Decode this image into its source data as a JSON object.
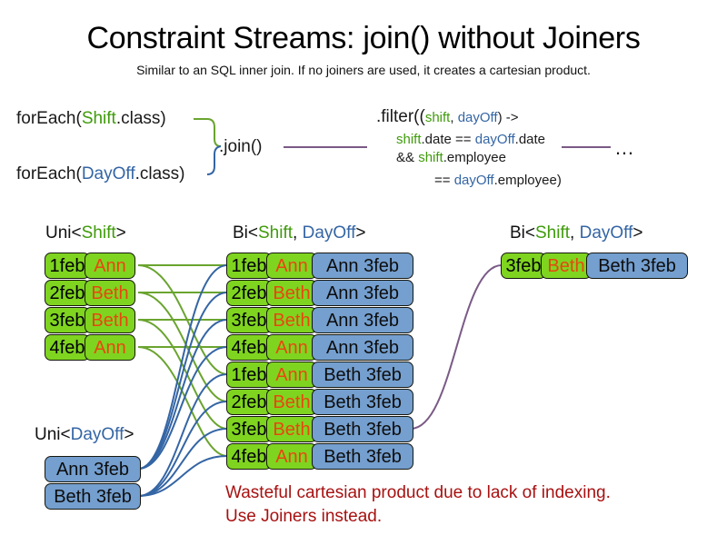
{
  "page": {
    "title": "Constraint Streams: join() without Joiners",
    "subtitle": "Similar to an SQL inner join. If no joiners are used, it creates a cartesian product.",
    "ellipsis": "…"
  },
  "colors": {
    "shift_green": "#3f9b0b",
    "dayoff_blue": "#3465a4",
    "box_green": "#7fd420",
    "box_blue": "#749fcf",
    "name_orange": "#e8470f",
    "warning_red": "#a81111",
    "filter_line_purple": "#7a5a86"
  },
  "pipeline": {
    "foreach_shift": {
      "prefix": "forEach(",
      "type": "Shift",
      "suffix": ".class)"
    },
    "foreach_dayoff": {
      "prefix": "forEach(",
      "type": "DayOff",
      "suffix": ".class)"
    },
    "join_label": ".join()",
    "filter": {
      "line1_a": ".filter((",
      "line1_shift": "shift",
      "line1_comma": ", ",
      "line1_dayoff": "dayOff",
      "line1_b": ") ->",
      "line2_shift": "shift",
      "line2_a": ".date == ",
      "line2_dayoff": "dayOff",
      "line2_b": ".date",
      "line3_a": "&& ",
      "line3_shift": "shift",
      "line3_b": ".employee",
      "line4_a": "== ",
      "line4_dayoff": "dayOff",
      "line4_b": ".employee)"
    }
  },
  "streams": {
    "uni_shift": {
      "label_prefix": "Uni<",
      "label_type": "Shift",
      "label_suffix": ">",
      "rows": [
        {
          "date": "1feb",
          "employee": "Ann"
        },
        {
          "date": "2feb",
          "employee": "Beth"
        },
        {
          "date": "3feb",
          "employee": "Beth"
        },
        {
          "date": "4feb",
          "employee": "Ann"
        }
      ]
    },
    "uni_dayoff": {
      "label_prefix": "Uni<",
      "label_type": "DayOff",
      "label_suffix": ">",
      "rows": [
        {
          "dayoff": "Ann 3feb"
        },
        {
          "dayoff": "Beth 3feb"
        }
      ]
    },
    "bi_cartesian": {
      "label_prefix": "Bi<",
      "label_shift": "Shift",
      "label_comma": ", ",
      "label_dayoff": "DayOff",
      "label_suffix": ">",
      "rows": [
        {
          "date": "1feb",
          "employee": "Ann",
          "dayoff": "Ann 3feb"
        },
        {
          "date": "2feb",
          "employee": "Beth",
          "dayoff": "Ann 3feb"
        },
        {
          "date": "3feb",
          "employee": "Beth",
          "dayoff": "Ann 3feb"
        },
        {
          "date": "4feb",
          "employee": "Ann",
          "dayoff": "Ann 3feb"
        },
        {
          "date": "1feb",
          "employee": "Ann",
          "dayoff": "Beth 3feb"
        },
        {
          "date": "2feb",
          "employee": "Beth",
          "dayoff": "Beth 3feb"
        },
        {
          "date": "3feb",
          "employee": "Beth",
          "dayoff": "Beth 3feb"
        },
        {
          "date": "4feb",
          "employee": "Ann",
          "dayoff": "Beth 3feb"
        }
      ]
    },
    "bi_filtered": {
      "label_prefix": "Bi<",
      "label_shift": "Shift",
      "label_comma": ", ",
      "label_dayoff": "DayOff",
      "label_suffix": ">",
      "rows": [
        {
          "date": "3feb",
          "employee": "Beth",
          "dayoff": "Beth 3feb"
        }
      ]
    }
  },
  "warning": {
    "line1": "Wasteful cartesian product due to lack of indexing.",
    "line2": "Use Joiners instead."
  }
}
